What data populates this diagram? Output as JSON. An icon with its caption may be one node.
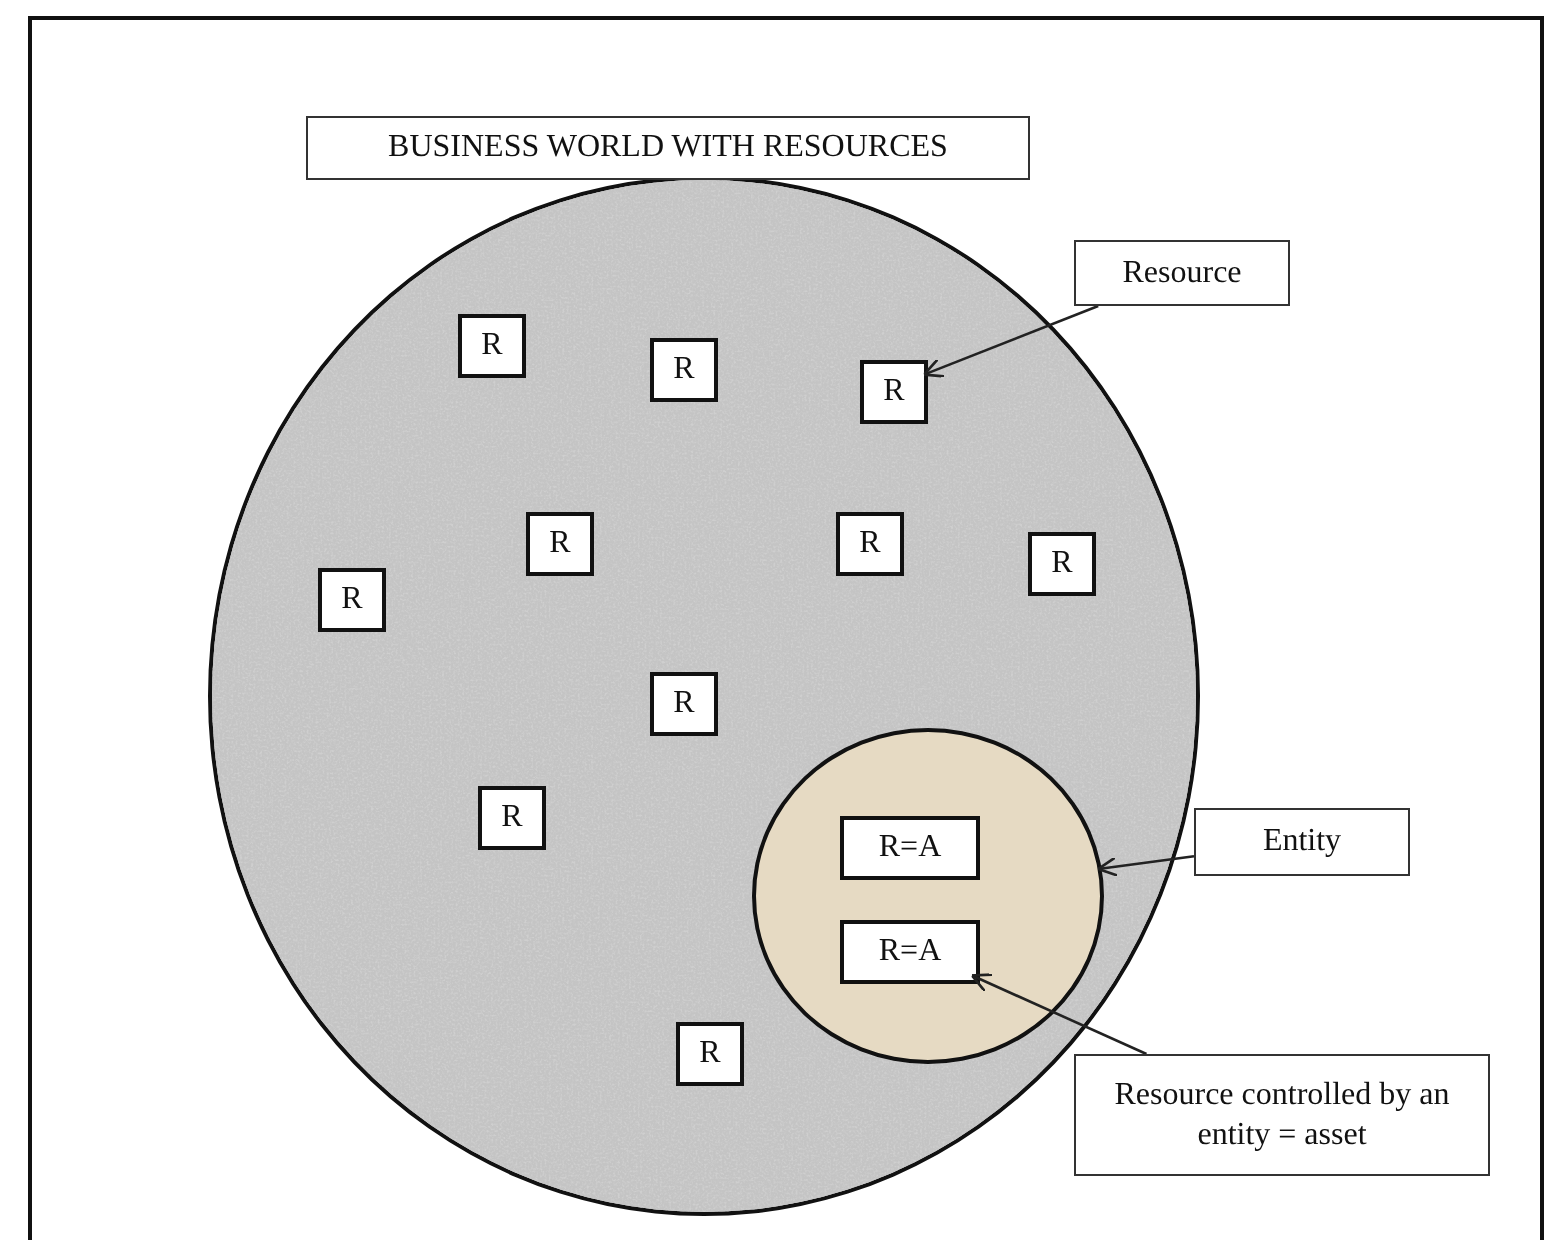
{
  "diagram": {
    "nodes": [
      {
        "text": [
          "BUSINESS WORLD WITH RESOURCES"
        ]
      },
      {
        "text": [],
        "shape": "circle"
      },
      {
        "text": [
          "R"
        ],
        "in": 1
      },
      {
        "text": [
          "R"
        ],
        "in": 1
      },
      {
        "text": [
          "R"
        ],
        "in": 1
      },
      {
        "text": [
          "R"
        ],
        "in": 1
      },
      {
        "text": [
          "R"
        ],
        "in": 1
      },
      {
        "text": [
          "R"
        ],
        "in": 1
      },
      {
        "text": [
          "R"
        ],
        "in": 1
      },
      {
        "text": [
          "R"
        ],
        "in": 1
      },
      {
        "text": [
          "R"
        ],
        "in": 1
      },
      {
        "text": [
          "R"
        ],
        "in": 1
      },
      {
        "text": [],
        "shape": "circle",
        "in": 1
      },
      {
        "text": [
          "R=A"
        ],
        "in": 12
      },
      {
        "text": [
          "R=A"
        ],
        "in": 12
      },
      {
        "text": [
          "Resource"
        ]
      },
      {
        "text": [
          "Entity"
        ]
      },
      {
        "text": [
          "Resource controlled by an entity = asset"
        ]
      }
    ],
    "edges": [
      {
        "from": 15,
        "to": 4,
        "arrow": "to"
      },
      {
        "from": 16,
        "to": 12,
        "arrow": "to"
      },
      {
        "from": 17,
        "to": 14,
        "arrow": "to"
      }
    ]
  }
}
